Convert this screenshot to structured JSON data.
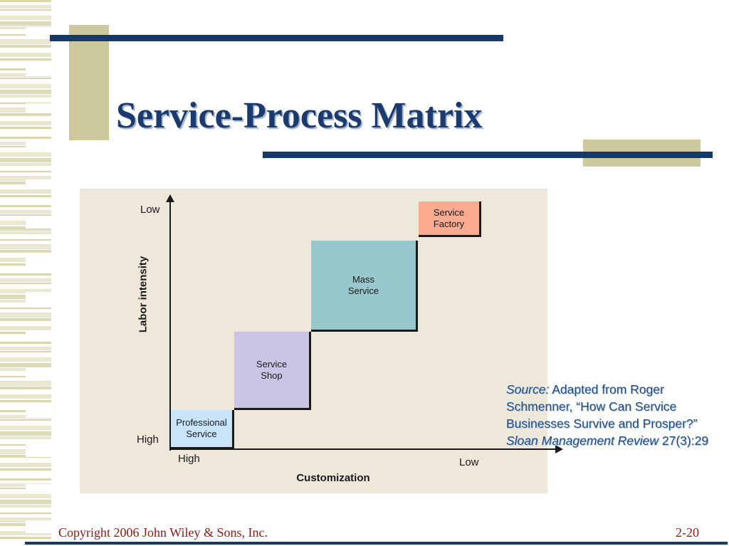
{
  "slide": {
    "title": "Service-Process Matrix"
  },
  "colors": {
    "accent_navy": "#16396b",
    "accent_tan": "#cdc99c",
    "diagram_background": "#ede8d9",
    "title_text": "#1b3a6e",
    "footer_text": "#8c1a12",
    "source_text": "#1a4f8e"
  },
  "chart_data": {
    "type": "heatmap",
    "title": "Service-Process Matrix",
    "xlabel": "Customization",
    "ylabel": "Labor intensity",
    "x_axis": {
      "left_tick": "High",
      "right_tick": "Low"
    },
    "y_axis": {
      "top_tick": "Low",
      "bottom_tick": "High"
    },
    "boxes": [
      {
        "label_line1": "Professional",
        "label_line2": "Service",
        "labor_intensity": "High",
        "customization": "High",
        "color": "#c9e4f9"
      },
      {
        "label_line1": "Service",
        "label_line2": "Shop",
        "labor_intensity": "Medium-High",
        "customization": "Medium-High",
        "color": "#cbc5e5"
      },
      {
        "label_line1": "Mass",
        "label_line2": "Service",
        "labor_intensity": "Medium-Low",
        "customization": "Medium-Low",
        "color": "#96c8ce"
      },
      {
        "label_line1": "Service",
        "label_line2": "Factory",
        "labor_intensity": "Low",
        "customization": "Low",
        "color": "#f9aa8f"
      }
    ]
  },
  "source": {
    "parts": [
      {
        "text": "Source:",
        "italic": true
      },
      {
        "text": " Adapted from Roger Schmenner, “How Can Service Businesses Survive and Prosper?” ",
        "italic": false
      },
      {
        "text": "Sloan Management Review",
        "italic": true
      },
      {
        "text": " 27(3):29",
        "italic": false
      }
    ]
  },
  "footer": {
    "copyright": "Copyright 2006 John Wiley & Sons, Inc.",
    "page": "2-20"
  }
}
